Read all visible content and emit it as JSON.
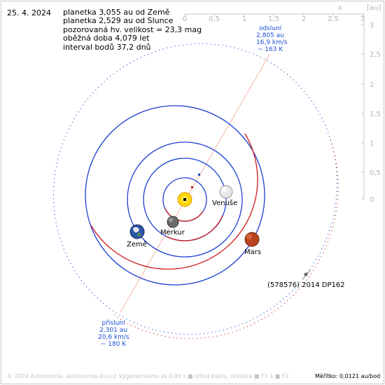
{
  "date": "25. 4. 2024",
  "info": [
    "planetka 3,055 au od Země",
    "planetka 2,529 au od Slunce",
    "pozorovaná hv. velikost = 23,3 mag",
    "oběžná doba 4,079 let",
    "interval bodů 37,2 dnů"
  ],
  "axis_x_ticks": [
    "0",
    "0,5",
    "1",
    "1,5",
    "2",
    "2,5",
    "3"
  ],
  "axis_x_letter": "x",
  "axis_unit": "[au]",
  "axis_y_ticks": [
    "3",
    "2,5",
    "2",
    "1,5",
    "1",
    "0,5",
    "0"
  ],
  "planets": {
    "venuse": "Venuše",
    "merkur": "Merkur",
    "zeme": "Země",
    "mars": "Mars"
  },
  "asteroid_label": "(578576) 2014 DP162",
  "aphelion": [
    "odsluní",
    "2,805 au",
    "16,9 km/s",
    "~ 163 K"
  ],
  "perihelion": [
    "přísluní",
    "2,301 au",
    "20,6 km/s",
    "~ 180 K"
  ],
  "footer": "© 2024 Astronomia, astronomia.zcu.cz     Vygenerováno za 0,09 s     ■ střed elipsy, ohniska     ■ F1  a  ■ F2",
  "scale": "Měřítko: 0,0121 au/bod",
  "colors": {
    "orbit_above": "#1a3fd0",
    "orbit_below": "#d01a1a",
    "apsis_line": "#f2b8a6",
    "axis": "#c8c8c8",
    "label_blue": "#1a4fd6"
  }
}
